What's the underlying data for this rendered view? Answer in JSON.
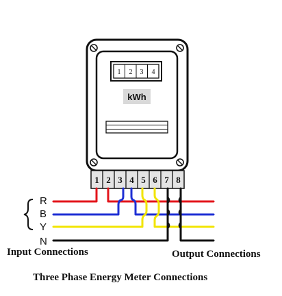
{
  "meter": {
    "dial_digits": [
      "1",
      "2",
      "3",
      "4"
    ],
    "unit": "kWh"
  },
  "terminals": {
    "numbers": [
      "1",
      "2",
      "3",
      "4",
      "5",
      "6",
      "7",
      "8"
    ]
  },
  "phases": {
    "labels": [
      "R",
      "B",
      "Y",
      "N"
    ],
    "colors": [
      "#e3141b",
      "#1e2fd4",
      "#f2e400",
      "#111111"
    ]
  },
  "input_label": "Input Connections",
  "output_label": "Output Connections",
  "caption": "Three Phase Energy Meter Connections"
}
